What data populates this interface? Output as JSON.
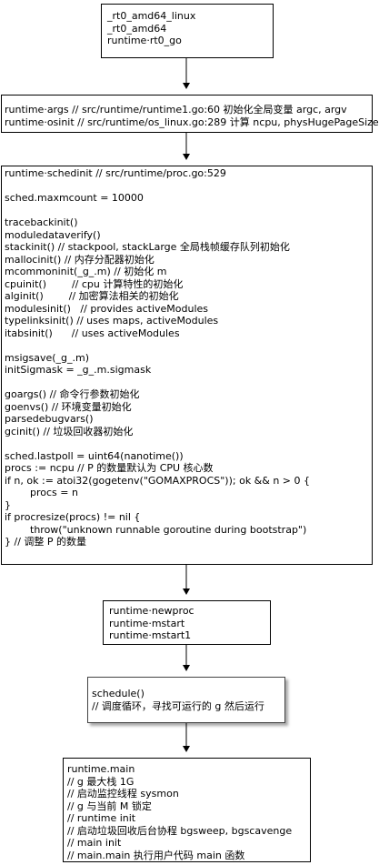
{
  "box1": {
    "lines": [
      "_rt0_amd64_linux",
      "_rt0_amd64",
      "runtime·rt0_go"
    ]
  },
  "box2": {
    "lines": [
      "runtime·args // src/runtime/runtime1.go:60 初始化全局变量 argc, argv",
      "runtime·osinit // src/runtime/os_linux.go:289 计算 ncpu, physHugePageSize"
    ]
  },
  "box3": {
    "l1": "runtime·schedinit // src/runtime/proc.go:529",
    "l2": "sched.maxmcount = 10000",
    "l3": "tracebackinit()",
    "l4": "moduledataverify()",
    "l5": "stackinit() // stackpool, stackLarge 全局栈帧缓存队列初始化",
    "l6": "mallocinit() // 内存分配器初始化",
    "l7": "mcommoninit(_g_.m) // 初始化 m",
    "l8": "cpuinit()        // cpu 计算特性的初始化",
    "l9": "alginit()        // 加密算法相关的初始化",
    "l10": "modulesinit()   // provides activeModules",
    "l11": "typelinksinit() // uses maps, activeModules",
    "l12": "itabsinit()      // uses activeModules",
    "l13": "msigsave(_g_.m)",
    "l14": "initSigmask = _g_.m.sigmask",
    "l15": "goargs() // 命令行参数初始化",
    "l16": "goenvs() // 环境变量初始化",
    "l17": "parsedebugvars()",
    "l18": "gcinit() // 垃圾回收器初始化",
    "l19": "sched.lastpoll = uint64(nanotime())",
    "l20": "procs := ncpu // P 的数量默认为 CPU 核心数",
    "l21": "if n, ok := atoi32(gogetenv(\"GOMAXPROCS\")); ok && n > 0 {",
    "l22": "procs = n",
    "l23": "}",
    "l24": "if procresize(procs) != nil {",
    "l25": "throw(\"unknown runnable goroutine during bootstrap\")",
    "l26": "} // 调整 P 的数量"
  },
  "box4": {
    "lines": [
      "runtime·newproc",
      "runtime·mstart",
      "runtime·mstart1"
    ]
  },
  "box5": {
    "lines": [
      "schedule()",
      "// 调度循环，寻找可运行的 g 然后运行"
    ]
  },
  "box6": {
    "lines": [
      "runtime.main",
      "// g 最大栈 1G",
      "// 启动监控线程 sysmon",
      "// g 与当前 M 锁定",
      "// runtime init",
      "// 启动垃圾回收后台协程 bgsweep, bgscavenge",
      "// main init",
      "// main.main 执行用户代码 main 函数"
    ]
  }
}
